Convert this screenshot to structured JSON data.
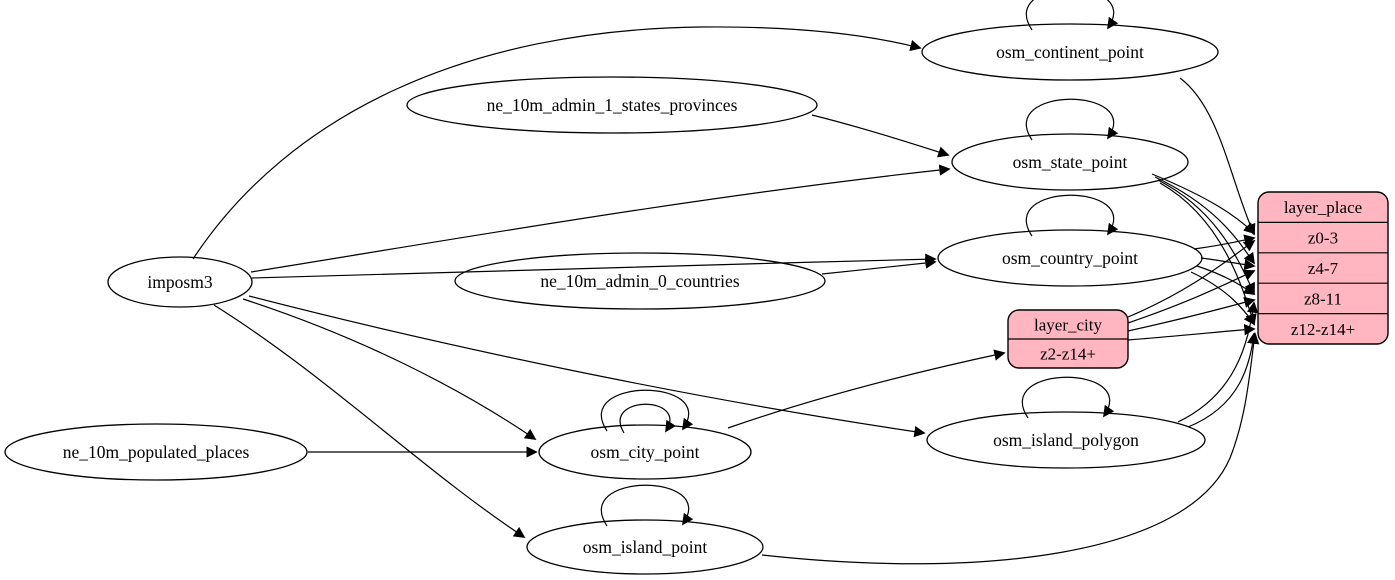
{
  "diagram": {
    "kind": "etl-graph",
    "background": "#ffffff",
    "colors": {
      "table_fill": "#ffffff",
      "layer_fill": "#ffb6c1",
      "stroke": "#000000",
      "text": "#000000"
    },
    "tables": [
      {
        "id": "imposm3",
        "label": "imposm3"
      },
      {
        "id": "ne_10m_admin_1_states_provinces",
        "label": "ne_10m_admin_1_states_provinces"
      },
      {
        "id": "ne_10m_admin_0_countries",
        "label": "ne_10m_admin_0_countries"
      },
      {
        "id": "ne_10m_populated_places",
        "label": "ne_10m_populated_places"
      },
      {
        "id": "osm_continent_point",
        "label": "osm_continent_point"
      },
      {
        "id": "osm_state_point",
        "label": "osm_state_point"
      },
      {
        "id": "osm_country_point",
        "label": "osm_country_point"
      },
      {
        "id": "osm_city_point",
        "label": "osm_city_point"
      },
      {
        "id": "osm_island_polygon",
        "label": "osm_island_polygon"
      },
      {
        "id": "osm_island_point",
        "label": "osm_island_point"
      }
    ],
    "layers": [
      {
        "id": "layer_city",
        "title": "layer_city",
        "rows": [
          "z2-z14+"
        ]
      },
      {
        "id": "layer_place",
        "title": "layer_place",
        "rows": [
          "z0-3",
          "z4-7",
          "z8-11",
          "z12-z14+"
        ]
      }
    ],
    "edges": [
      {
        "from": "imposm3",
        "to": "osm_continent_point"
      },
      {
        "from": "imposm3",
        "to": "osm_state_point"
      },
      {
        "from": "imposm3",
        "to": "osm_country_point"
      },
      {
        "from": "imposm3",
        "to": "osm_city_point"
      },
      {
        "from": "imposm3",
        "to": "osm_island_polygon"
      },
      {
        "from": "imposm3",
        "to": "osm_island_point"
      },
      {
        "from": "ne_10m_admin_1_states_provinces",
        "to": "osm_state_point"
      },
      {
        "from": "ne_10m_admin_0_countries",
        "to": "osm_country_point"
      },
      {
        "from": "ne_10m_populated_places",
        "to": "osm_city_point"
      },
      {
        "from": "osm_continent_point",
        "to": "osm_continent_point"
      },
      {
        "from": "osm_state_point",
        "to": "osm_state_point"
      },
      {
        "from": "osm_country_point",
        "to": "osm_country_point"
      },
      {
        "from": "osm_city_point",
        "to": "osm_city_point"
      },
      {
        "from": "osm_city_point",
        "to": "osm_city_point"
      },
      {
        "from": "osm_island_polygon",
        "to": "osm_island_polygon"
      },
      {
        "from": "osm_island_point",
        "to": "osm_island_point"
      },
      {
        "from": "osm_city_point",
        "to": "layer_city",
        "port": "z2-z14+"
      },
      {
        "from": "osm_continent_point",
        "to": "layer_place",
        "port": "z0-3"
      },
      {
        "from": "osm_state_point",
        "to": "layer_place",
        "port": "z0-3"
      },
      {
        "from": "osm_state_point",
        "to": "layer_place",
        "port": "z4-7"
      },
      {
        "from": "osm_state_point",
        "to": "layer_place",
        "port": "z8-11"
      },
      {
        "from": "osm_state_point",
        "to": "layer_place",
        "port": "z12-z14+"
      },
      {
        "from": "osm_country_point",
        "to": "layer_place",
        "port": "z0-3"
      },
      {
        "from": "osm_country_point",
        "to": "layer_place",
        "port": "z4-7"
      },
      {
        "from": "osm_country_point",
        "to": "layer_place",
        "port": "z8-11"
      },
      {
        "from": "osm_country_point",
        "to": "layer_place",
        "port": "z12-z14+"
      },
      {
        "from": "layer_city",
        "to": "layer_place",
        "port": "z0-3"
      },
      {
        "from": "layer_city",
        "to": "layer_place",
        "port": "z4-7"
      },
      {
        "from": "layer_city",
        "to": "layer_place",
        "port": "z8-11"
      },
      {
        "from": "layer_city",
        "to": "layer_place",
        "port": "z12-z14+"
      },
      {
        "from": "osm_island_polygon",
        "to": "layer_place",
        "port": "z8-11"
      },
      {
        "from": "osm_island_polygon",
        "to": "layer_place",
        "port": "z12-z14+"
      },
      {
        "from": "osm_island_point",
        "to": "layer_place",
        "port": "z12-z14+"
      }
    ]
  }
}
